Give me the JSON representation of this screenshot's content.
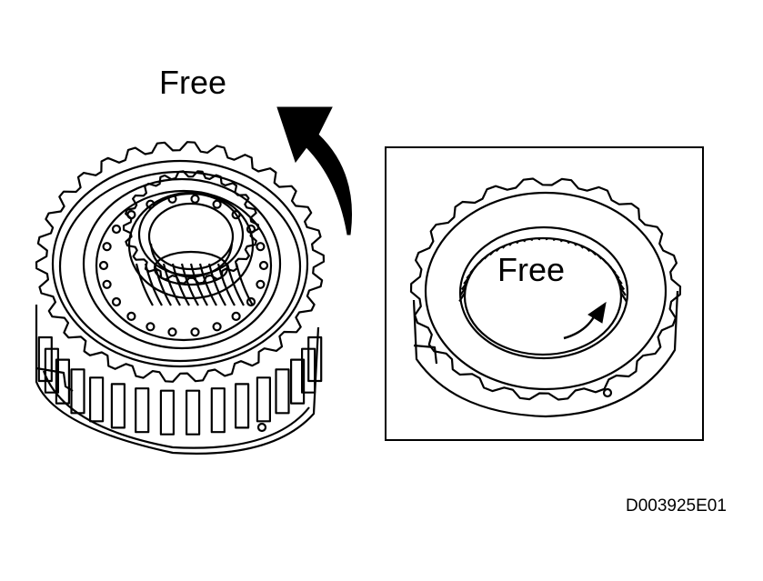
{
  "labels": {
    "free_main": "Free",
    "free_inset": "Free",
    "figure_code": "D003925E01"
  },
  "colors": {
    "ink": "#000000",
    "paper": "#ffffff"
  },
  "icons": {
    "main_arrow": "curved-arrow-counterclockwise-icon",
    "inset_arrow": "curved-arrow-clockwise-icon"
  }
}
